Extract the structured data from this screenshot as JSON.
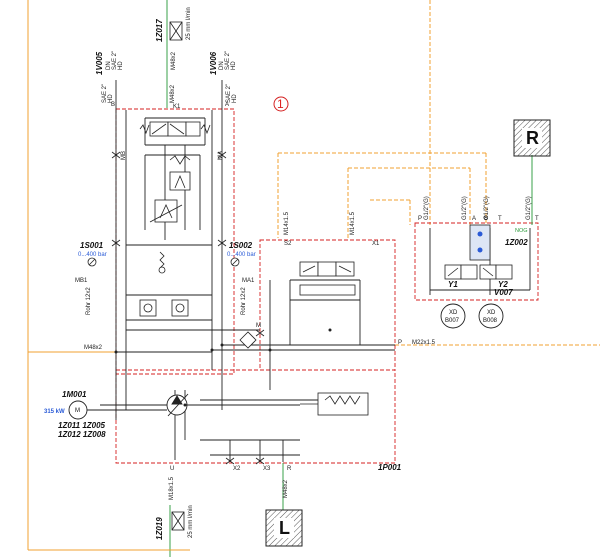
{
  "callout": {
    "number": "1"
  },
  "vertical_labels": {
    "v005_tag": "1V005",
    "v005_sub": "DN",
    "v005_size": "SAE 2\"",
    "v005_hd": "HD",
    "v006_tag": "1V006",
    "v006_sub": "DN",
    "v006_size": "SAE 2\"",
    "v006_hd": "HD",
    "z017_tag": "1Z017",
    "z017_rating": "25 mm l/min",
    "z017_thread": "M48x2",
    "sae_left": "SAE 2\"",
    "hd_left": "HD",
    "sae_right": "SAE 2\"",
    "hd_right": "HD",
    "m48_top": "M48x2",
    "m14_1": "M14x1.5",
    "m14_2": "M14x1.5",
    "g12_1": "G1/2\"(G)",
    "g12_2": "G1/2\"(G)",
    "g12_3": "G1/2\"(G)",
    "g12_4": "G1/2\"(G)",
    "m18": "M18x1.5",
    "m48_bottom": "M48x2",
    "z019_tag": "1Z019",
    "z019_rating": "25 mm l/min",
    "rohr_left": "Rohr 12x2",
    "rohr_right": "Rohr 12x2"
  },
  "ports": {
    "b_left": "B",
    "a_right": "A",
    "k1": "K1",
    "mb": "MB",
    "ma": "MA",
    "s2": "S2",
    "x1": "X1",
    "m": "M",
    "p_mid": "P",
    "p_left": "P",
    "a_y": "A",
    "b_y": "B",
    "t_y": "T",
    "t_z": "T",
    "u": "U",
    "x2": "X2",
    "x3": "X3",
    "r": "R",
    "mb1": "MB1",
    "ma1": "MA1",
    "nog": "NOG"
  },
  "sensors": {
    "s001_tag": "1S001",
    "s001_range": "0...400 bar",
    "s002_tag": "1S002",
    "s002_range": "0...400 bar"
  },
  "threads": {
    "m48_mid": "M48x2",
    "m22": "M22x1.5"
  },
  "motor": {
    "tag": "1M001",
    "symbol": "M",
    "power": "315 kW",
    "filters_1": "1Z011 1Z005",
    "filters_2": "1Z012 1Z008"
  },
  "valve_block": {
    "tag": "1Z002",
    "y1": "Y1",
    "y2": "Y2",
    "v007": "V007",
    "xd1": "XD",
    "b007": "B007",
    "xd2": "XD",
    "b008": "B008"
  },
  "pump_unit": {
    "tag": "1P001"
  },
  "tanks": {
    "r": "R",
    "l": "L"
  },
  "colors": {
    "line": "#222222",
    "red_dash": "#d42020",
    "orange_dash": "#f0a030",
    "green": "#39a04a",
    "blue": "#2a5bd7"
  }
}
